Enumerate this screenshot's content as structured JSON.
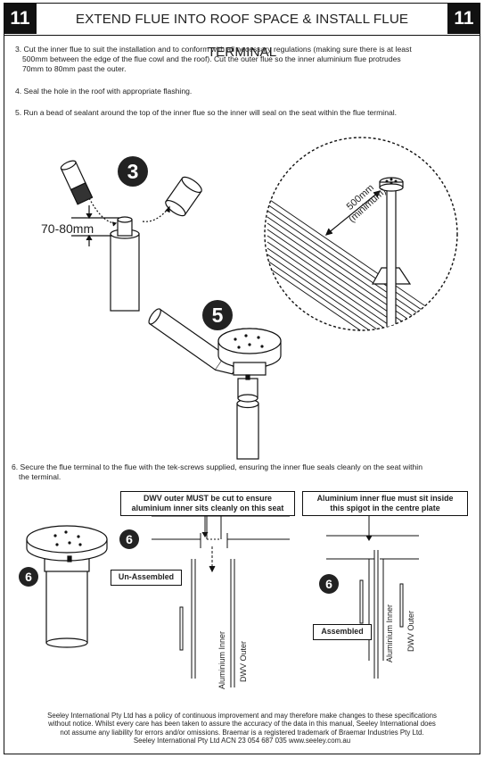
{
  "header": {
    "page_number": "11",
    "title": "EXTEND FLUE INTO ROOF SPACE & INSTALL FLUE TERMINAL"
  },
  "steps": {
    "step3_line1": "3. Cut the inner flue to suit the installation and to conform with all necessary regulations (making sure there is at least",
    "step3_line2": "500mm between the edge of the flue cowl and the roof).  Cut the outer flue so the inner aluminium flue protrudes",
    "step3_line3": "70mm to 80mm past the outer.",
    "step4": "4. Seal the hole in the roof with appropriate flashing.",
    "step5": "5. Run a bead of sealant around the top of the inner flue so the inner will seal on the seat within the flue terminal.",
    "step6_line1": "6. Secure the flue terminal to the flue with the tek-screws supplied, ensuring the inner flue seals cleanly on the seat within",
    "step6_line2": "the terminal."
  },
  "figures": {
    "badge_3": "3",
    "badge_5": "5",
    "badge_6": "6",
    "dim_protrusion": "70-80mm",
    "dim_clearance_line1": "500mm",
    "dim_clearance_line2": "(minimum)",
    "callout_dwv_line1": "DWV outer MUST be cut to ensure",
    "callout_dwv_line2": "aluminium inner sits cleanly on this seat",
    "callout_alu_line1": "Aluminium inner flue must sit inside",
    "callout_alu_line2": "this spigot in the centre plate",
    "tag_unassembled": "Un-Assembled",
    "tag_assembled": "Assembled",
    "label_aluminium_inner": "Aluminium Inner",
    "label_dwv_outer": "DWV Outer"
  },
  "footer": {
    "line1": "Seeley International Pty Ltd has a policy of continuous improvement and may therefore make changes to these specifications",
    "line2": "without notice. Whilst every care has been taken to assure  the accuracy of the data in this manual, Seeley International does",
    "line3": "not assume any liability for errors and/or omissions. Braemar is a registered trademark of Braemar Industries Pty Ltd.",
    "line4": "Seeley International Pty Ltd ACN 23 054 687 035          www.seeley.com.au"
  }
}
